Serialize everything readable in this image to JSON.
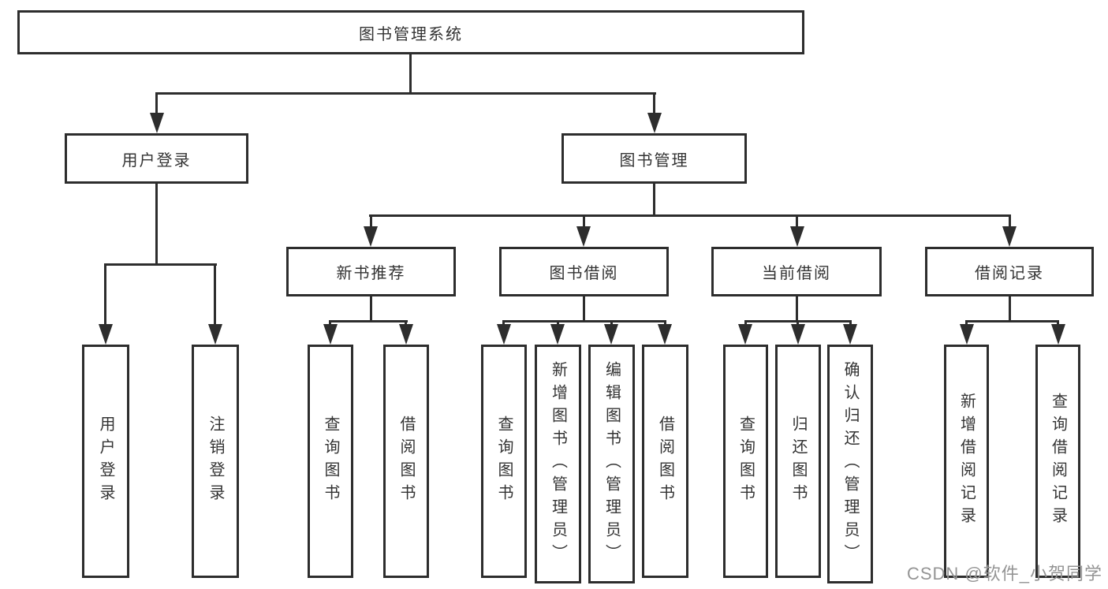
{
  "tree": {
    "root": "图书管理系统",
    "user_login": {
      "label": "用户登录",
      "children": [
        "用户登录",
        "注销登录"
      ]
    },
    "book_mgmt": {
      "label": "图书管理",
      "groups": [
        {
          "label": "新书推荐",
          "children": [
            "查询图书",
            "借阅图书"
          ]
        },
        {
          "label": "图书借阅",
          "children": [
            "查询图书",
            "新增图书（管理员）",
            "编辑图书（管理员）",
            "借阅图书"
          ]
        },
        {
          "label": "当前借阅",
          "children": [
            "查询图书",
            "归还图书",
            "确认归还（管理员）"
          ]
        },
        {
          "label": "借阅记录",
          "children": [
            "新增借阅记录",
            "查询借阅记录"
          ]
        }
      ]
    }
  },
  "watermark": "CSDN @软件_小贺同学",
  "colors": {
    "line": "#2d2d2d",
    "text": "#333333",
    "background": "#ffffff",
    "watermark": "#949494"
  }
}
